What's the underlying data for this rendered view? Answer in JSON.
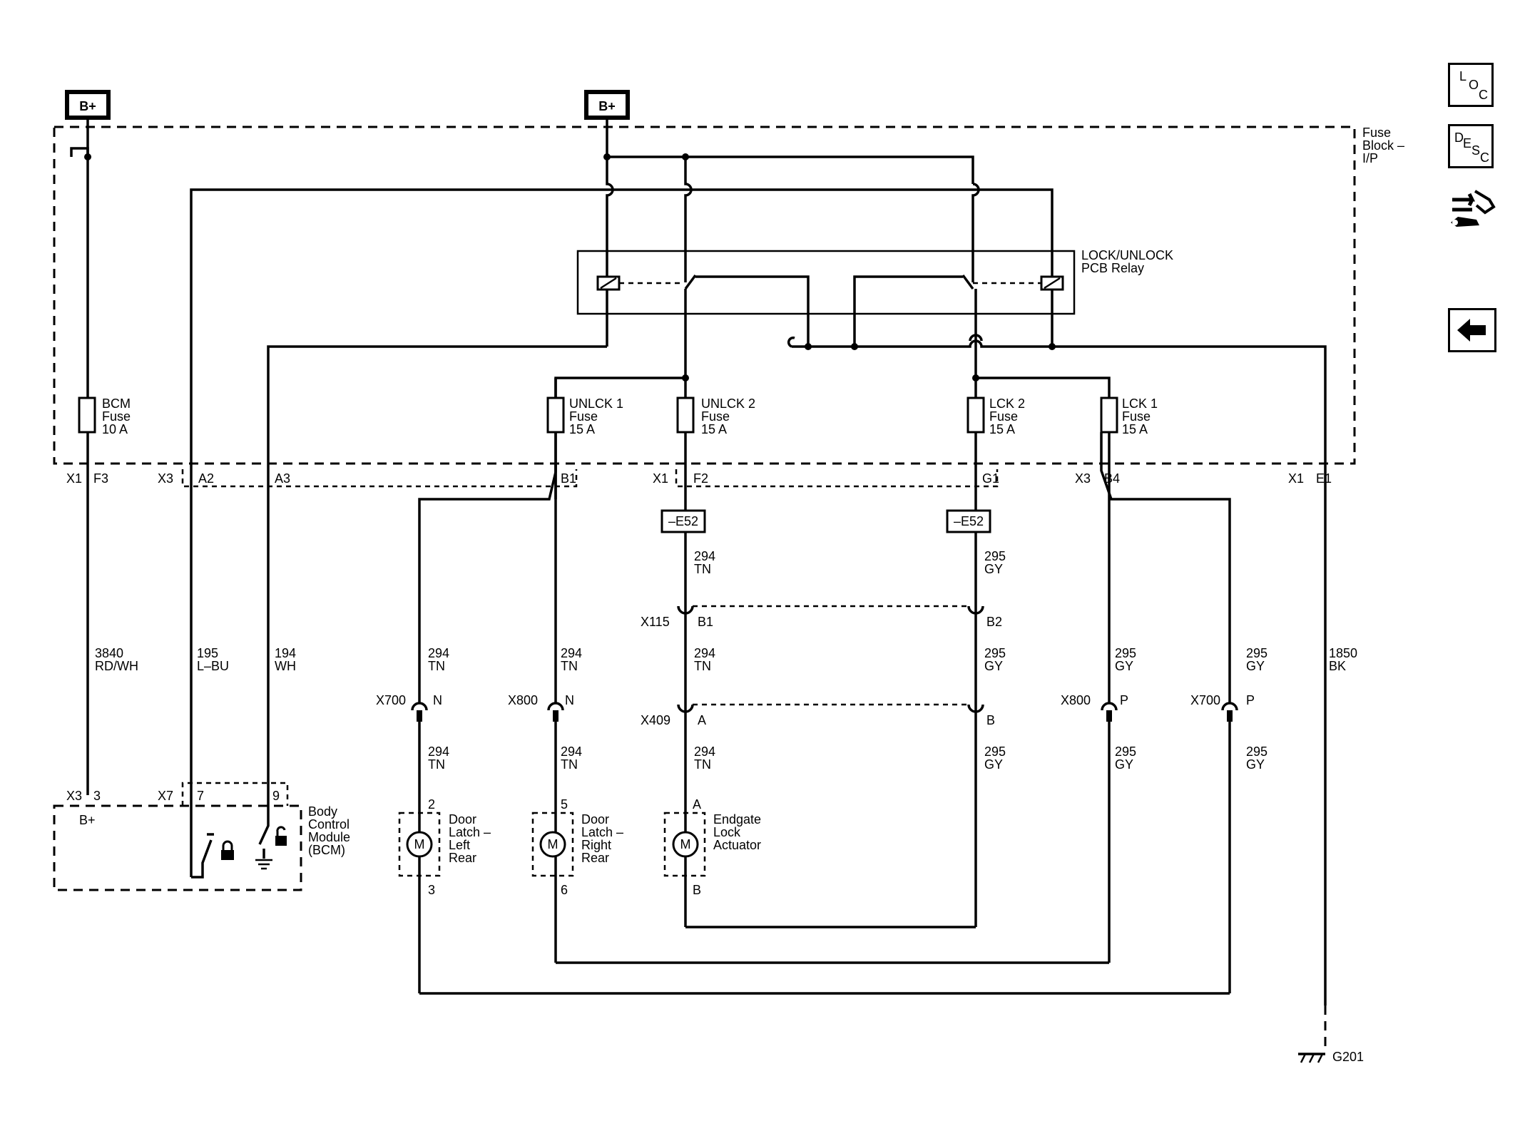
{
  "sidebar": {
    "loc_letters": [
      "L",
      "O",
      "C"
    ],
    "desc_letters": [
      "D",
      "E",
      "S",
      "C"
    ],
    "nav_icon": "vehicle-navigation-icon",
    "back_icon": "arrow-left-icon"
  },
  "power": {
    "bplus_left": "B+",
    "bplus_top": "B+"
  },
  "fuse_block": {
    "label_line1": "Fuse",
    "label_line2": "Block –",
    "label_line3": "I/P"
  },
  "relay": {
    "label_line1": "LOCK/UNLOCK",
    "label_line2": "PCB Relay"
  },
  "fuses": {
    "bcm": [
      "BCM",
      "Fuse",
      "10 A"
    ],
    "unlck1": [
      "UNLCK 1",
      "Fuse",
      "15 A"
    ],
    "unlck2": [
      "UNLCK 2",
      "Fuse",
      "15 A"
    ],
    "lck2": [
      "LCK 2",
      "Fuse",
      "15 A"
    ],
    "lck1": [
      "LCK 1",
      "Fuse",
      "15 A"
    ]
  },
  "connectors_top": {
    "x1_f3": [
      "X1",
      "F3"
    ],
    "x3_a2": [
      "X3",
      "A2"
    ],
    "a3": "A3",
    "b1": "B1",
    "x1_f2": [
      "X1",
      "F2"
    ],
    "g1": "G1",
    "x3_b4": [
      "X3",
      "B4"
    ],
    "x1_e1": [
      "X1",
      "E1"
    ]
  },
  "splices": {
    "e52_left": "–E52",
    "e52_right": "–E52"
  },
  "wires": {
    "w3840": [
      "3840",
      "RD/WH"
    ],
    "w195": [
      "195",
      "L–BU"
    ],
    "w194": [
      "194",
      "WH"
    ],
    "w294_tn": [
      "294",
      "TN"
    ],
    "w295_gy": [
      "295",
      "GY"
    ],
    "w1850": [
      "1850",
      "BK"
    ]
  },
  "inline_connectors": {
    "x115": "X115",
    "x115_b1": "B1",
    "x115_b2": "B2",
    "x409": "X409",
    "x409_a": "A",
    "x409_b": "B",
    "x700_left": "X700",
    "x700_left_pin": "N",
    "x800_left": "X800",
    "x800_left_pin": "N",
    "x800_right": "X800",
    "x800_right_pin": "P",
    "x700_right": "X700",
    "x700_right_pin": "P"
  },
  "bcm": {
    "x3": "X3",
    "pin3": "3",
    "x7": "X7",
    "pin7": "7",
    "pin9": "9",
    "bplus": "B+",
    "label": [
      "Body",
      "Control",
      "Module",
      "(BCM)"
    ]
  },
  "actuators": {
    "left_rear": {
      "label": [
        "Door",
        "Latch –",
        "Left",
        "Rear"
      ],
      "pin_top": "2",
      "pin_bottom": "3",
      "symbol": "M"
    },
    "right_rear": {
      "label": [
        "Door",
        "Latch –",
        "Right",
        "Rear"
      ],
      "pin_top": "5",
      "pin_bottom": "6",
      "symbol": "M"
    },
    "endgate": {
      "label": [
        "Endgate",
        "Lock",
        "Actuator"
      ],
      "pin_top": "A",
      "pin_bottom": "B",
      "symbol": "M"
    }
  },
  "ground": {
    "label": "G201"
  }
}
